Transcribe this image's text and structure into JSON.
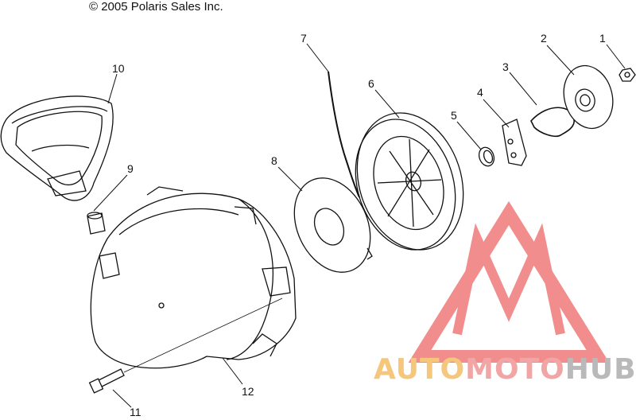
{
  "copyright": "© 2005 Polaris Sales Inc.",
  "callouts": [
    "1",
    "2",
    "3",
    "4",
    "5",
    "6",
    "7",
    "8",
    "9",
    "10",
    "11",
    "12"
  ],
  "watermark": {
    "part1": "AUTO",
    "part2": "MOTO",
    "part3": "HUB"
  },
  "colors": {
    "line": "#111111",
    "watermark_red": "#f07a7a",
    "watermark_orange": "#f4c77d",
    "watermark_gray": "#b9b9b9"
  }
}
